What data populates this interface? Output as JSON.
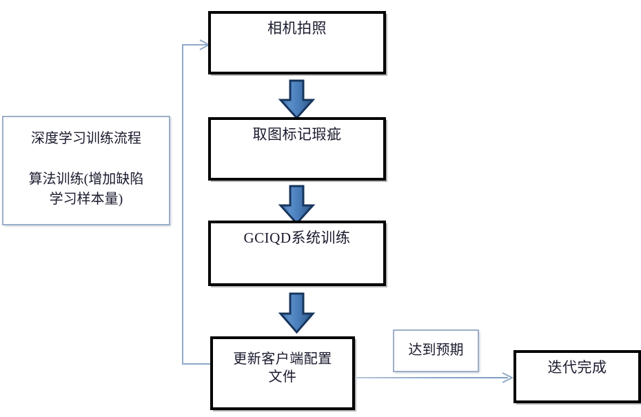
{
  "diagram": {
    "type": "flowchart",
    "title_panel": {
      "line1": "深度学习训练流程",
      "line2": "算法训练(增加缺陷\n学习样本量)"
    },
    "nodes": [
      {
        "id": "camera",
        "label": "相机拍照",
        "shape": "process"
      },
      {
        "id": "mark",
        "label": "取图标记瑕疵",
        "shape": "process"
      },
      {
        "id": "train",
        "label": "GCIQD系统训练",
        "shape": "process"
      },
      {
        "id": "update",
        "label": "更新客户端配置\n文件",
        "shape": "process"
      },
      {
        "id": "done",
        "label": "迭代完成",
        "shape": "process"
      }
    ],
    "edge_labels": [
      {
        "id": "expect",
        "label": "达到预期"
      }
    ],
    "colors": {
      "arrow_blue": "#4a7ebb",
      "arrow_blue_dark": "#2e5484",
      "arrow_outline": "#17365d",
      "connector": "#8ea9c8",
      "box_border": "#000000",
      "note_border": "#9aaec9",
      "text": "#1a1a2e",
      "background": "#ffffff"
    }
  }
}
